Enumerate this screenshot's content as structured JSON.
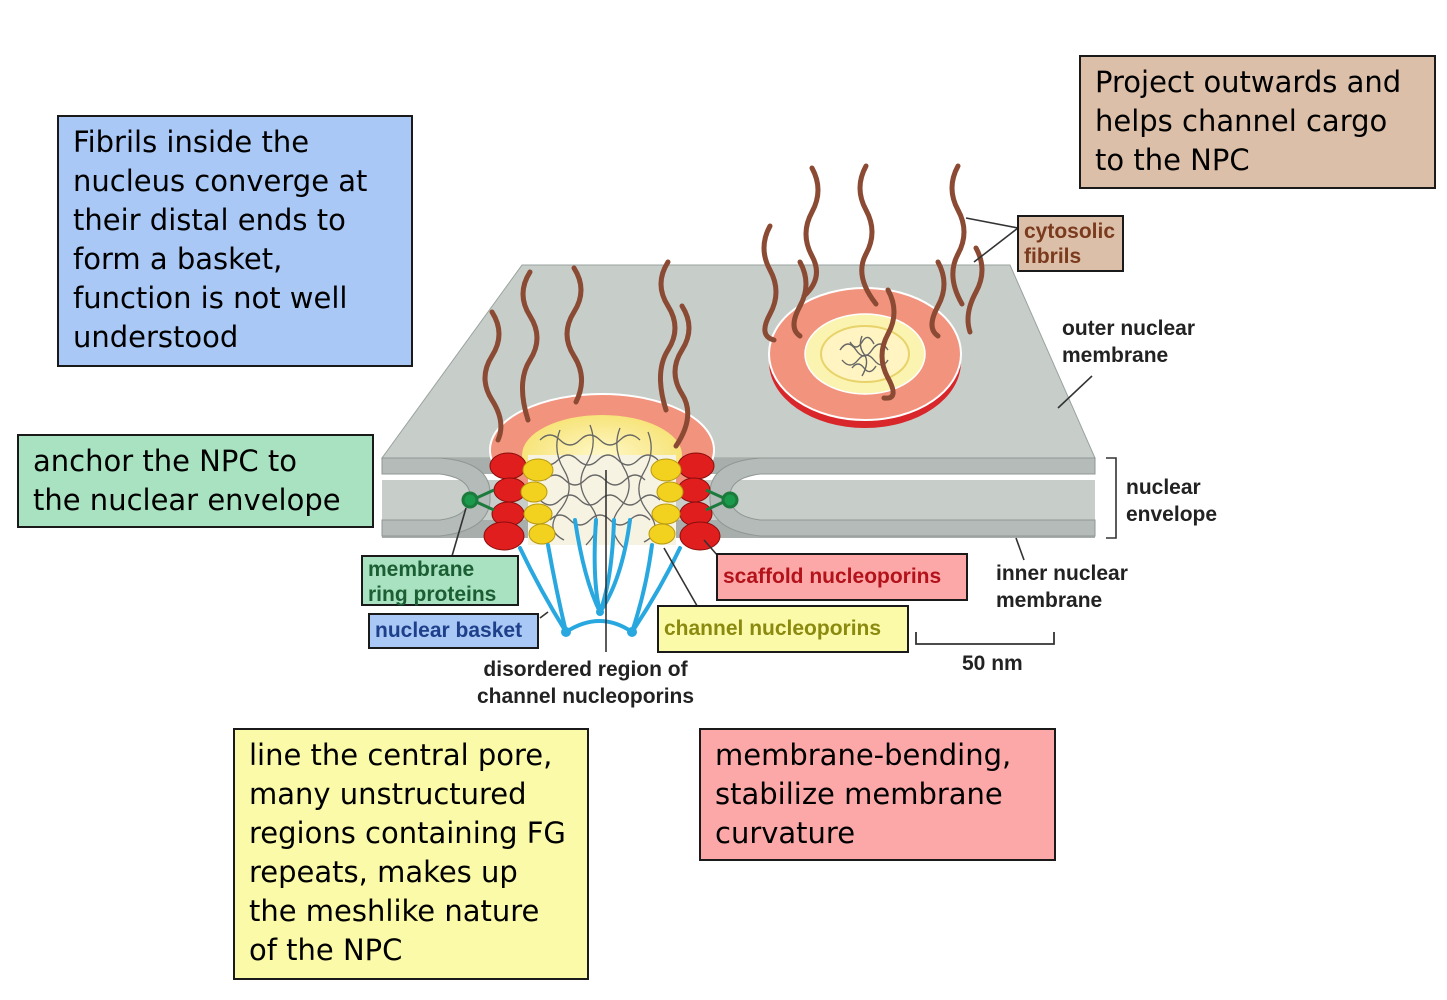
{
  "notes": {
    "basket_function": "Fibrils inside the\nnucleus converge at\ntheir distal ends to\nform a basket,\nfunction is not well\nunderstood",
    "cytosolic_function": "Project outwards and\nhelps channel cargo\nto the NPC",
    "anchor_function": "anchor the NPC to\nthe nuclear envelope",
    "channel_function": "line the central pore,\nmany unstructured\nregions containing FG\nrepeats, makes up\nthe meshlike nature\nof the NPC",
    "scaffold_function": "membrane-bending,\nstabilize membrane\ncurvature"
  },
  "tags": {
    "cytosolic_fibrils": "cytosolic\nfibrils",
    "membrane_ring_proteins": "membrane\nring proteins",
    "nuclear_basket": "nuclear basket",
    "scaffold_nucleoporins": "scaffold nucleoporins",
    "channel_nucleoporins": "channel nucleoporins"
  },
  "labels": {
    "outer_membrane": "outer nuclear\nmembrane",
    "nuclear_envelope": "nuclear\nenvelope",
    "inner_membrane": "inner nuclear\nmembrane",
    "disordered_region": "disordered region of\nchannel nucleoporins",
    "scale_bar": "50 nm"
  },
  "colors": {
    "basket_note": "#a9c8f5",
    "cytosolic_note": "#dcbfa8",
    "anchor_note": "#a8e2c0",
    "channel_note": "#fbfaa8",
    "scaffold_note": "#fca8a8",
    "cytosolic_tag_text": "#7a3a1e",
    "ring_tag_text": "#1c5e33",
    "basket_tag_text": "#1e3f8a",
    "scaffold_tag_text": "#b3121a",
    "channel_tag_text": "#8a8a10",
    "membrane": "#c7ceca",
    "fibril": "#8b4a33",
    "scaffold": "#e82020",
    "channel": "#f3d21f",
    "basket": "#29a8e0"
  }
}
